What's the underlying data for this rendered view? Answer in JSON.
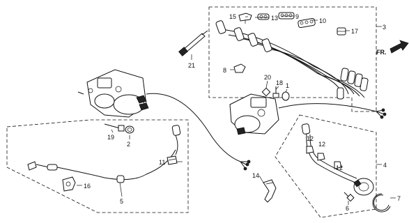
{
  "diagram": {
    "direction_label": "FR.",
    "callouts": {
      "c1": "1",
      "c2": "2",
      "c3": "3",
      "c4": "4",
      "c5": "5",
      "c6": "6",
      "c7": "7",
      "c8": "8",
      "c9": "9",
      "c10": "10",
      "c11": "11",
      "c12a": "12",
      "c12b": "12",
      "c12c": "12",
      "c13": "13",
      "c14": "14",
      "c15": "15",
      "c16": "16",
      "c17": "17",
      "c18": "18",
      "c19": "19",
      "c20": "20",
      "c21": "21"
    }
  }
}
